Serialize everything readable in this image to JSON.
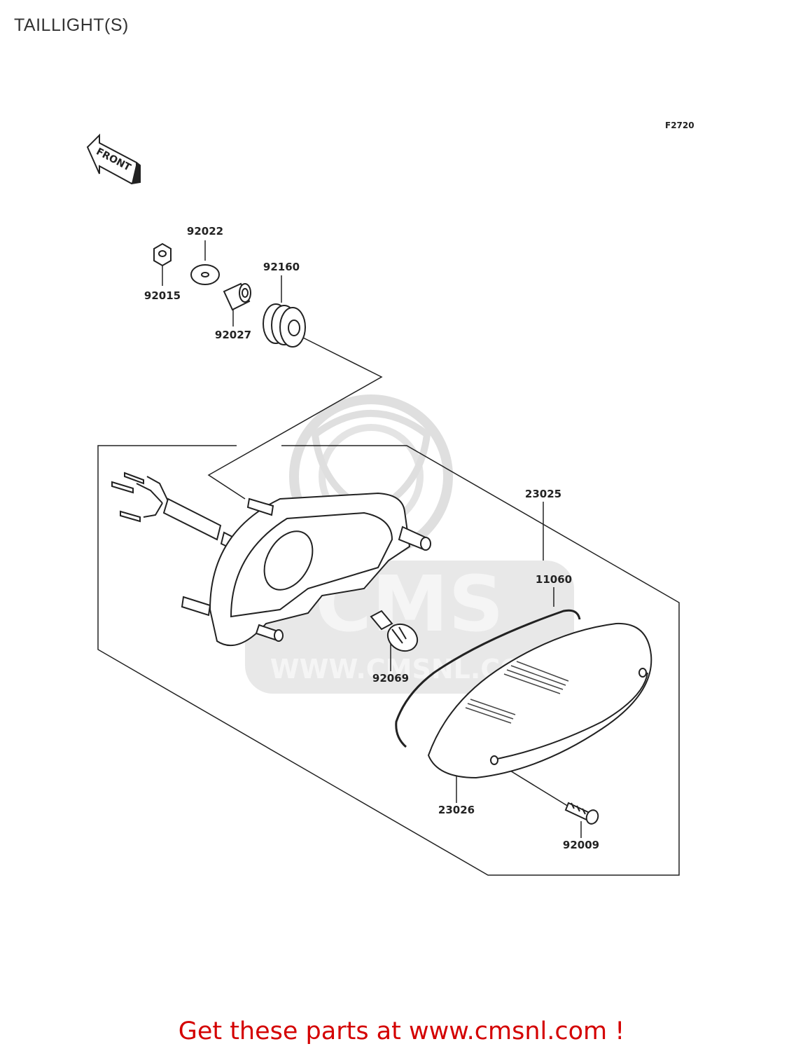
{
  "page": {
    "title": "TAILLIGHT(S)",
    "figure_code": "F2720",
    "direction_label": "FRONT",
    "watermark_text": "WWW.CMSNL.COM",
    "watermark_logo_text": "CMS"
  },
  "parts": [
    {
      "number": "92022"
    },
    {
      "number": "92160"
    },
    {
      "number": "92015"
    },
    {
      "number": "92027"
    },
    {
      "number": "23025"
    },
    {
      "number": "11060"
    },
    {
      "number": "92069"
    },
    {
      "number": "23026"
    },
    {
      "number": "92009"
    }
  ],
  "footer": {
    "cta": "Get these parts at www.cmsnl.com !"
  },
  "colors": {
    "line": "#222222",
    "footer_text": "#d40000",
    "watermark": "#d9d9d9"
  }
}
